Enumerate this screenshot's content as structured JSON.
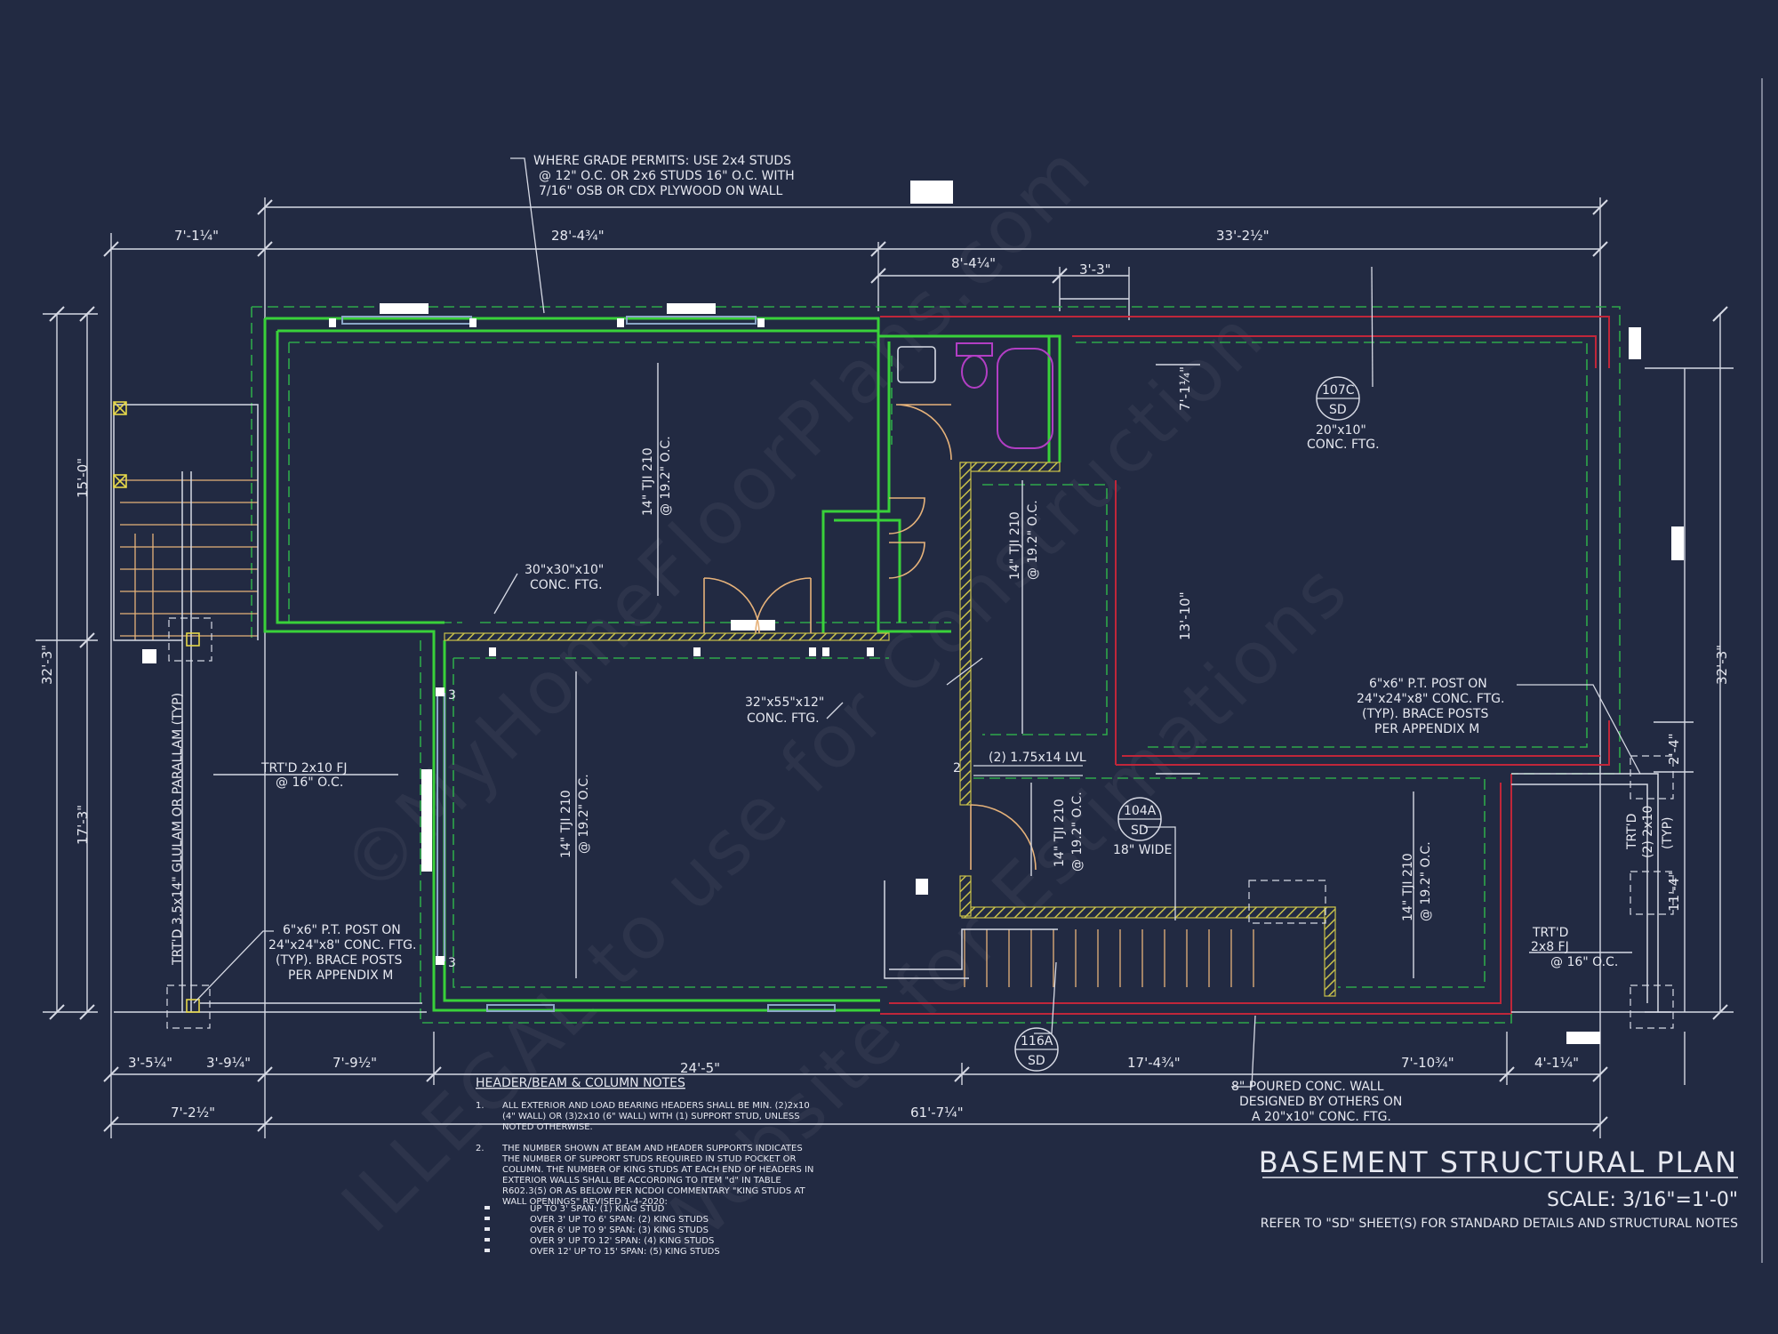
{
  "watermark": [
    "©MyHomeFloorPlans.com",
    "ILLEGAL to use for Construction",
    "Website for Estimations"
  ],
  "dimensions": {
    "top_left": "7'-1¼\"",
    "top_mid": "28'-4¾\"",
    "top_right": "33'-2½\"",
    "sub1": "8'-4¼\"",
    "sub2": "3'-3\"",
    "left_upper": "15'-0\"",
    "left_total": "32'-3\"",
    "left_lower": "17'-3\"",
    "right_total": "32'-3\"",
    "right_a": "2'-4\"",
    "right_b": "11'-4\"",
    "mid_a": "7'-1¼\"",
    "mid_b": "13'-10\"",
    "bot1": "3'-5¼\"",
    "bot2": "3'-9¼\"",
    "bot3": "7'-9½\"",
    "bot4": "24'-5\"",
    "bot5": "17'-4¾\"",
    "bot6": "7'-10¾\"",
    "bot7": "4'-1¼\"",
    "bot_row2_a": "7'-2½\"",
    "bot_row2_b": "61'-7¼\""
  },
  "labels": {
    "grade_note": [
      "WHERE GRADE PERMITS: USE 2x4 STUDS",
      "@ 12\" O.C. OR 2x6 STUDS 16\" O.C. WITH",
      "7/16\" OSB OR CDX PLYWOOD ON WALL"
    ],
    "tji_1": [
      "14\" TJI 210",
      "@ 19.2\" O.C."
    ],
    "tji_2": [
      "14\" TJI 210",
      "@ 19.2\" O.C."
    ],
    "tji_3": [
      "14\" TJI 210",
      "@ 19.2\" O.C."
    ],
    "tji_4": [
      "14\" TJI 210",
      "@ 19.2\" O.C."
    ],
    "tji_5": [
      "14\" TJI 210",
      "@ 19.2\" O.C."
    ],
    "ftg_30": [
      "30\"x30\"x10\"",
      "CONC. FTG."
    ],
    "ftg_32": [
      "32\"x55\"x12\"",
      "CONC. FTG."
    ],
    "ftg_20": [
      "20\"x10\"",
      "CONC. FTG."
    ],
    "post_right": [
      "6\"x6\" P.T. POST ON",
      "24\"x24\"x8\" CONC. FTG.",
      "(TYP). BRACE POSTS",
      "PER APPENDIX M"
    ],
    "post_left": [
      "6\"x6\" P.T. POST ON",
      "24\"x24\"x8\" CONC. FTG.",
      "(TYP). BRACE POSTS",
      "PER APPENDIX M"
    ],
    "lvl": "(2) 1.75x14 LVL",
    "trtd_fj": [
      "TRT'D 2x10 FJ",
      "@ 16\" O.C."
    ],
    "glulam": "TRT'D 3.5x14\" GLULAM OR PARALLAM (TYP)",
    "wide": "18\" WIDE",
    "trtd_header": [
      "TRT'D",
      "(2) 2x10",
      "(TYP)"
    ],
    "trtd_2x8": [
      "TRT'D",
      "2x8 FJ",
      "@ 16\" O.C."
    ],
    "poured_wall": [
      "8\" POURED CONC. WALL",
      "DESIGNED BY OTHERS ON",
      "A 20\"x10\" CONC. FTG."
    ],
    "stud_count_a": "3",
    "stud_count_b": "3",
    "stud_count_c": "2"
  },
  "tags": [
    {
      "top": "107C",
      "bottom": "SD"
    },
    {
      "top": "104A",
      "bottom": "SD"
    },
    {
      "top": "116A",
      "bottom": "SD"
    }
  ],
  "notes": {
    "heading": "HEADER/BEAM & COLUMN NOTES",
    "n1_num": "1.",
    "n1": [
      "ALL EXTERIOR AND LOAD BEARING HEADERS SHALL BE MIN. (2)2x10",
      "(4\" WALL) OR (3)2x10 (6\" WALL) WITH (1) SUPPORT STUD, UNLESS",
      "NOTED OTHERWISE."
    ],
    "n2_num": "2.",
    "n2": [
      "THE NUMBER SHOWN AT BEAM AND HEADER SUPPORTS INDICATES",
      "THE NUMBER OF SUPPORT STUDS REQUIRED IN STUD POCKET OR",
      "COLUMN. THE NUMBER OF KING STUDS AT EACH END OF HEADERS IN",
      "EXTERIOR WALLS SHALL BE ACCORDING TO ITEM \"d\" IN TABLE",
      "R602.3(5) OR AS BELOW PER NCDOI COMMENTARY \"KING STUDS AT",
      "WALL OPENINGS\" REVISED 1-4-2020:"
    ],
    "list": [
      "UP TO 3' SPAN: (1) KING STUD",
      "OVER 3' UP TO 6' SPAN: (2) KING STUDS",
      "OVER 6' UP TO 9' SPAN: (3) KING STUDS",
      "OVER 9' UP TO 12' SPAN: (4) KING STUDS",
      "OVER 12' UP TO 15' SPAN: (5) KING STUDS"
    ]
  },
  "title_block": {
    "title": "BASEMENT STRUCTURAL PLAN",
    "scale": "SCALE: 3/16\"=1'-0\"",
    "refer": "REFER TO \"SD\" SHEET(S) FOR STANDARD DETAILS AND STRUCTURAL NOTES"
  },
  "colors": {
    "background": "#222a42",
    "wall": "#39d13a",
    "footing": "#2ea84a",
    "foundation": "#c0263a",
    "line": "#d6d9e4",
    "door": "#e6b27a",
    "fixture": "#b23ec4"
  }
}
